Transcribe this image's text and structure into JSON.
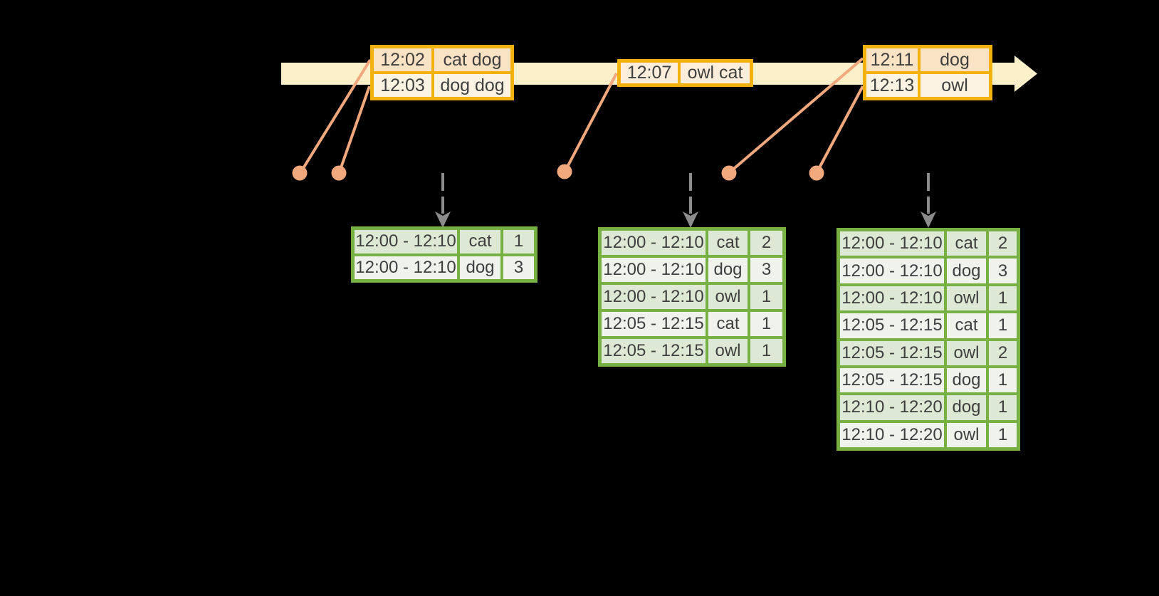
{
  "colors": {
    "background": "#000000",
    "timeline_fill": "#FCF0CA",
    "event_border": "#F2B10C",
    "event_row_odd": "#FAE2C4",
    "event_row_even": "#FDF3E3",
    "event_single_row": "#FCEEDA",
    "connector": "#F0A87C",
    "trigger_arrow": "#8C8C8C",
    "result_border": "#77B043",
    "result_row_odd": "#DDE9D4",
    "result_row_even": "#EFF3EC",
    "text": "#3F3F3F"
  },
  "icons": {
    "timeline_arrowhead": "timeline-arrowhead-icon",
    "event_dot": "event-dot-icon",
    "trigger_arrow": "trigger-down-arrow-icon"
  },
  "event_tables": [
    {
      "rows": [
        {
          "time": "12:02",
          "words": "cat dog"
        },
        {
          "time": "12:03",
          "words": "dog dog"
        }
      ]
    },
    {
      "rows": [
        {
          "time": "12:07",
          "words": "owl cat"
        }
      ]
    },
    {
      "rows": [
        {
          "time": "12:11",
          "words": "dog"
        },
        {
          "time": "12:13",
          "words": "owl"
        }
      ]
    }
  ],
  "result_tables": [
    {
      "rows": [
        {
          "window": "12:00 - 12:10",
          "word": "cat",
          "count": "1"
        },
        {
          "window": "12:00 - 12:10",
          "word": "dog",
          "count": "3"
        }
      ]
    },
    {
      "rows": [
        {
          "window": "12:00 - 12:10",
          "word": "cat",
          "count": "2"
        },
        {
          "window": "12:00 - 12:10",
          "word": "dog",
          "count": "3"
        },
        {
          "window": "12:00 - 12:10",
          "word": "owl",
          "count": "1"
        },
        {
          "window": "12:05 - 12:15",
          "word": "cat",
          "count": "1"
        },
        {
          "window": "12:05 - 12:15",
          "word": "owl",
          "count": "1"
        }
      ]
    },
    {
      "rows": [
        {
          "window": "12:00 - 12:10",
          "word": "cat",
          "count": "2"
        },
        {
          "window": "12:00 - 12:10",
          "word": "dog",
          "count": "3"
        },
        {
          "window": "12:00 - 12:10",
          "word": "owl",
          "count": "1"
        },
        {
          "window": "12:05 - 12:15",
          "word": "cat",
          "count": "1"
        },
        {
          "window": "12:05 - 12:15",
          "word": "owl",
          "count": "2"
        },
        {
          "window": "12:05 - 12:15",
          "word": "dog",
          "count": "1"
        },
        {
          "window": "12:10 - 12:20",
          "word": "dog",
          "count": "1"
        },
        {
          "window": "12:10 - 12:20",
          "word": "owl",
          "count": "1"
        }
      ]
    }
  ]
}
